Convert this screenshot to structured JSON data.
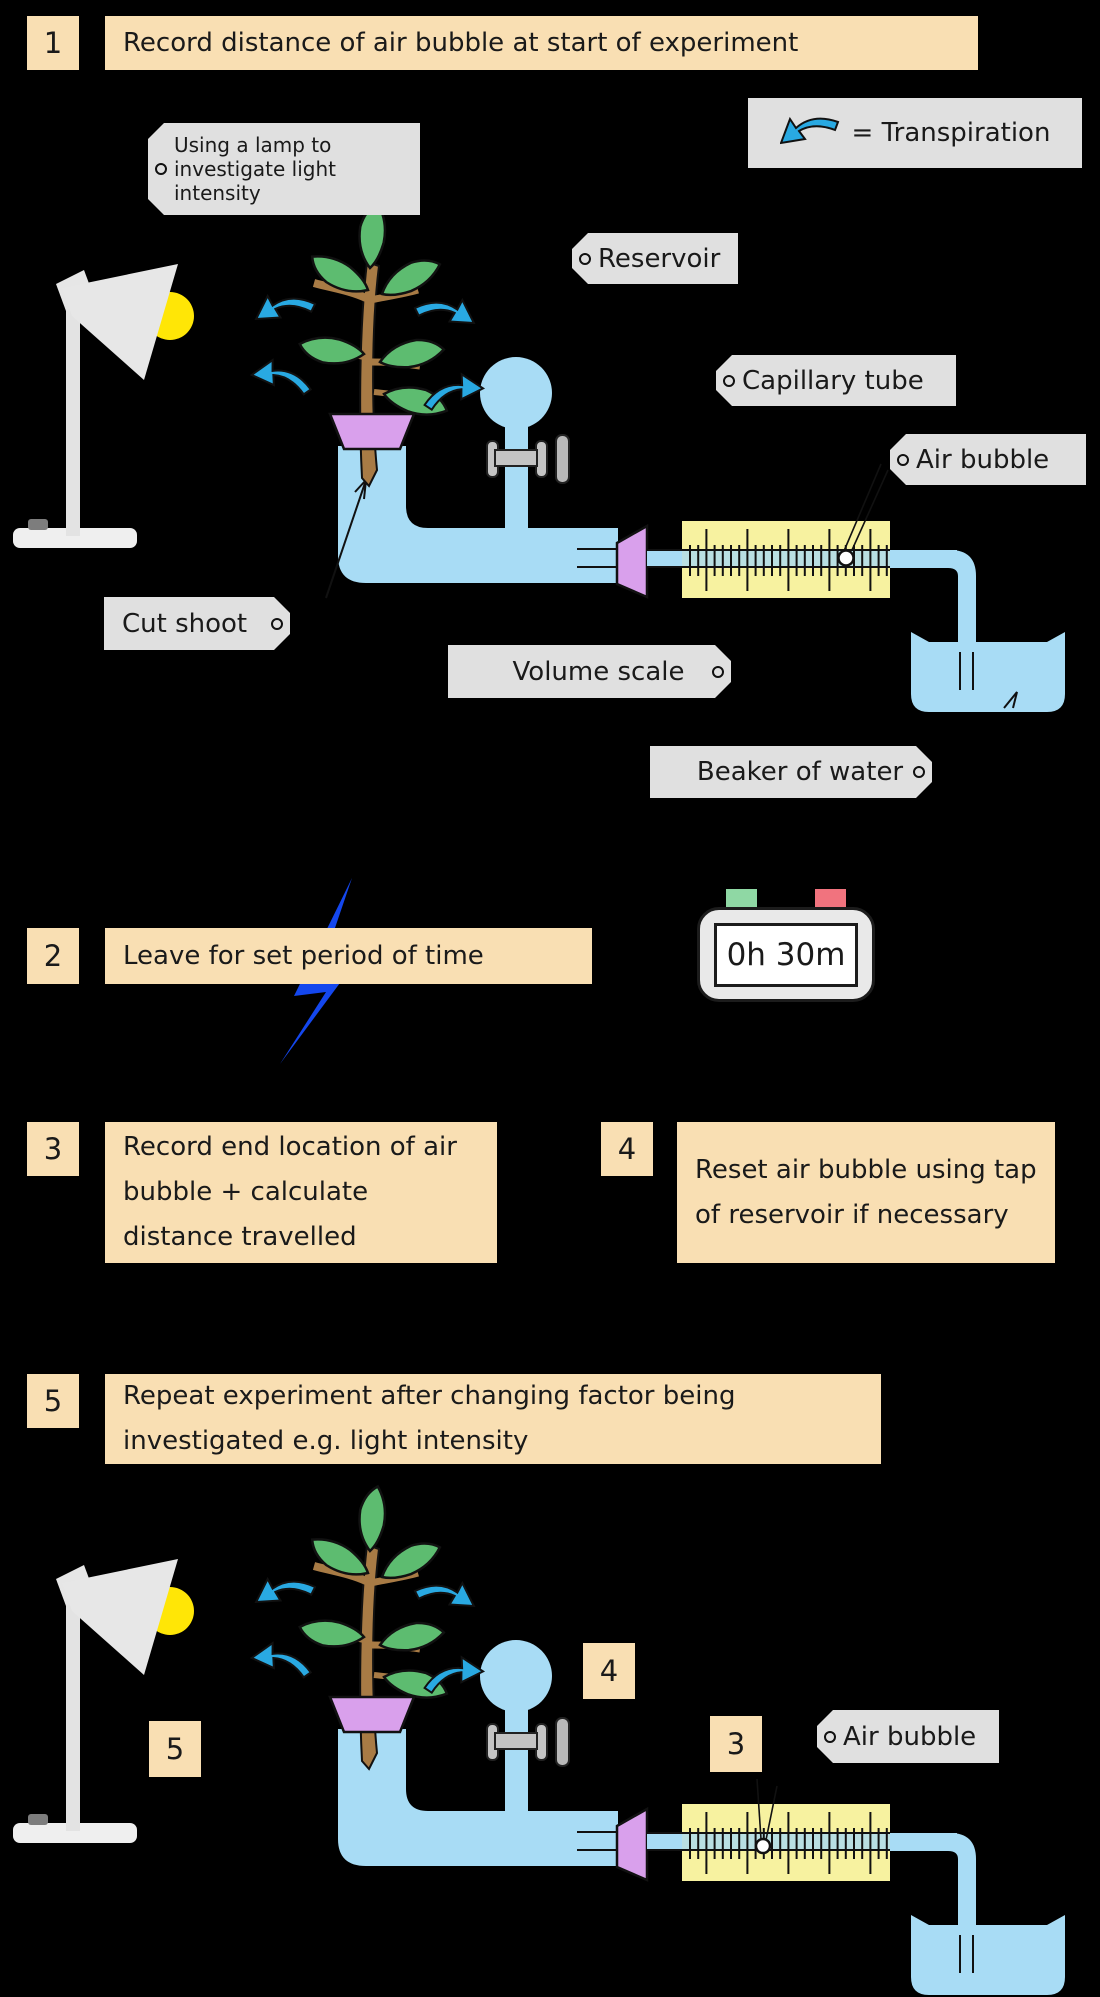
{
  "steps": [
    {
      "number": "1",
      "text": "Record distance of air bubble at start of experiment"
    },
    {
      "number": "2",
      "text": "Leave for set period of time"
    },
    {
      "number": "3",
      "text": "Record end location of air bubble + calculate distance travelled"
    },
    {
      "number": "4",
      "text": "Reset air bubble using tap of reservoir if necessary"
    },
    {
      "number": "5",
      "text": "Repeat experiment after changing factor being investigated e.g. light intensity"
    }
  ],
  "legend": {
    "text": "= Transpiration",
    "arrow_icon": "curved-blue-arrow"
  },
  "labels": {
    "using_lamp": "Using a lamp to\ninvestigate light intensity",
    "reservoir": "Reservoir",
    "capillary_tube": "Capillary tube",
    "air_bubble_top": "Air bubble",
    "cut_shoot": "Cut shoot",
    "volume_scale": "Volume scale",
    "beaker_of_water": "Beaker of water",
    "air_bubble_bottom": "Air bubble"
  },
  "stopwatch": {
    "display": "0h 30m"
  },
  "repeat_badges": {
    "lamp": "5",
    "reservoir_tap": "4",
    "air_bubble": "3"
  },
  "colors": {
    "step_fill": "#F9DFB3",
    "tag_fill": "#E0E0E0",
    "tube_blue": "#A8DCF5",
    "scale_yellow": "#F7F2A0",
    "bung_purple": "#D9A0EC",
    "leaf_green": "#5DBC70",
    "stem_brown": "#A87B45",
    "arrow_blue": "#29A9E2",
    "bolt_blue": "#1447EE",
    "bulb_yellow": "#FFE606",
    "button_green": "#8FD8A4",
    "button_red": "#F1737E"
  }
}
